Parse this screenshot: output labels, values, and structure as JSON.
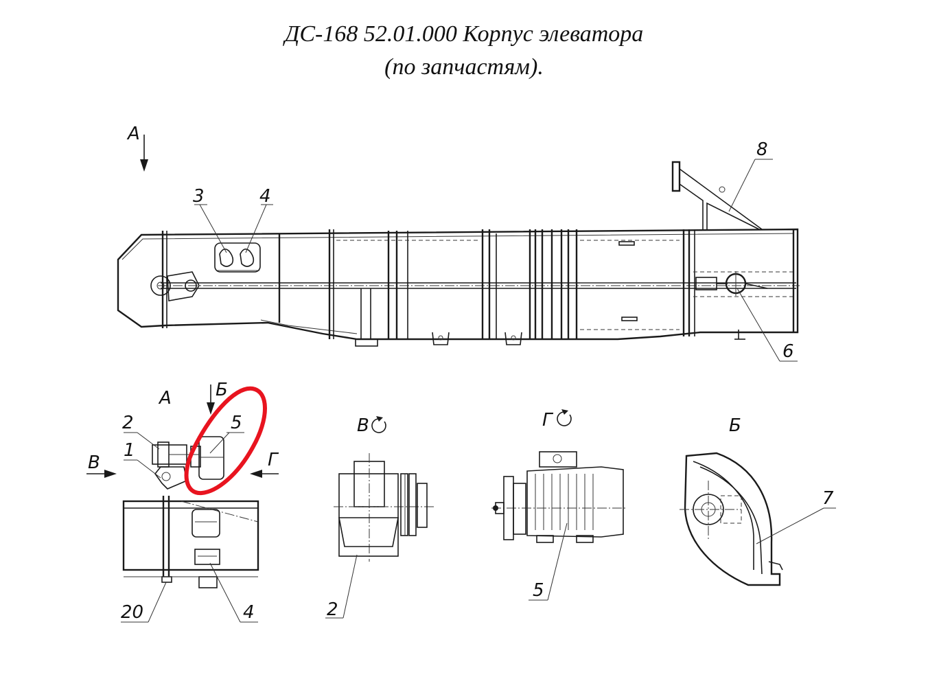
{
  "title": {
    "line1": "ДС-168 52.01.000 Корпус элеватора",
    "line2": "(по запчастям)."
  },
  "callouts": {
    "p1": "1",
    "p2": "2",
    "p3": "3",
    "p4": "4",
    "p5": "5",
    "p6": "6",
    "p7": "7",
    "p8": "8",
    "p20": "20"
  },
  "views": {
    "A": "А",
    "B": "Б",
    "V": "В",
    "G": "Г",
    "V_rot": "В",
    "G_rot": "Г"
  },
  "highlight": {
    "color": "#e8141f",
    "target": "5"
  }
}
